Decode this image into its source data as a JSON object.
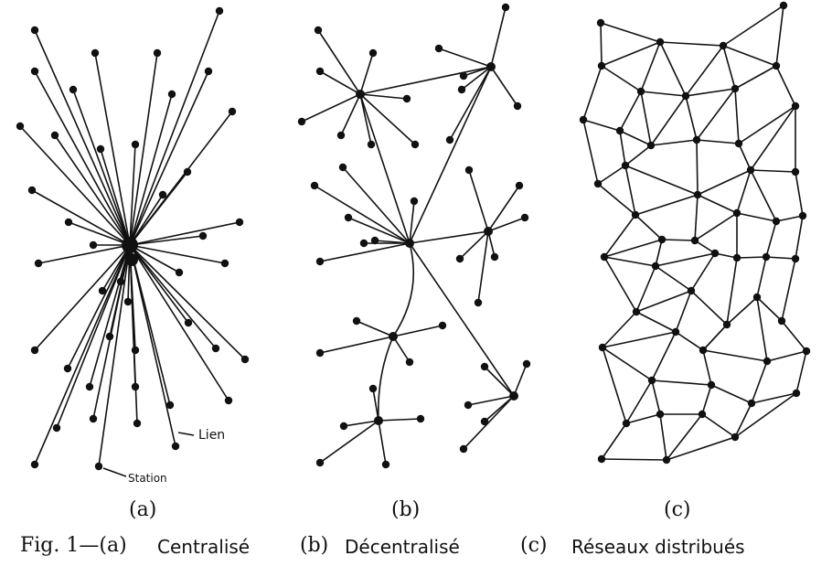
{
  "annotations": {
    "link": "Lien",
    "station": "Station"
  },
  "panel_labels": {
    "a": "(a)",
    "b": "(b)",
    "c": "(c)"
  },
  "caption": {
    "fig": "Fig. 1—(a)",
    "centralized": "Centralisé",
    "b_marker": "(b)",
    "decentralized": "Décentralisé",
    "c_marker": "(c)",
    "distributed": "Réseaux distribués"
  }
}
